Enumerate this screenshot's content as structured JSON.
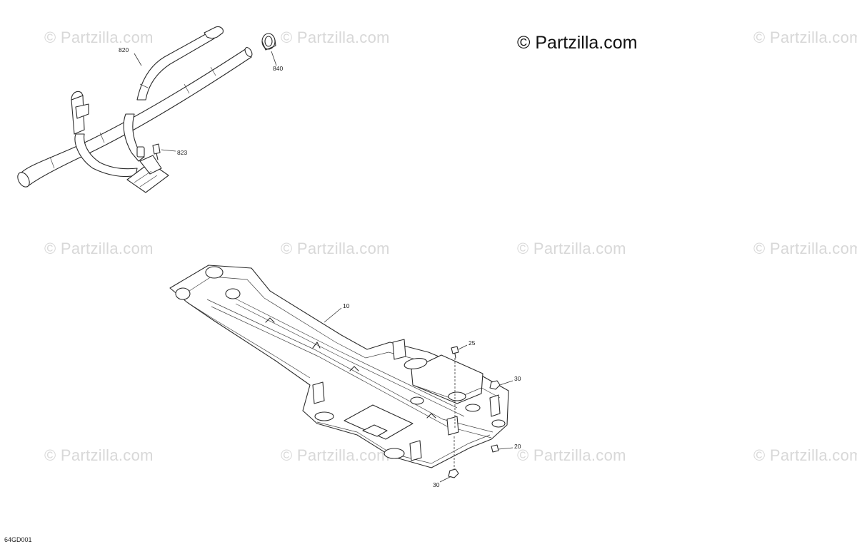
{
  "watermarks": [
    "© Partzilla.com",
    "© Partzilla.com",
    "© Partzilla.com",
    "© Partzilla.com",
    "© Partzilla.com",
    "© Partzilla.com",
    "© Partzilla.com",
    "© Partzilla.com",
    "© Partzilla.com",
    "© Partzilla.com",
    "© Partzilla.com"
  ],
  "brand_text": "© Partzilla.com",
  "parts": {
    "p820": "820",
    "p840": "840",
    "p823": "823",
    "p10": "10",
    "p25": "25",
    "p30a": "30",
    "p20": "20",
    "p30b": "30"
  },
  "diagram_code": "64GD001"
}
